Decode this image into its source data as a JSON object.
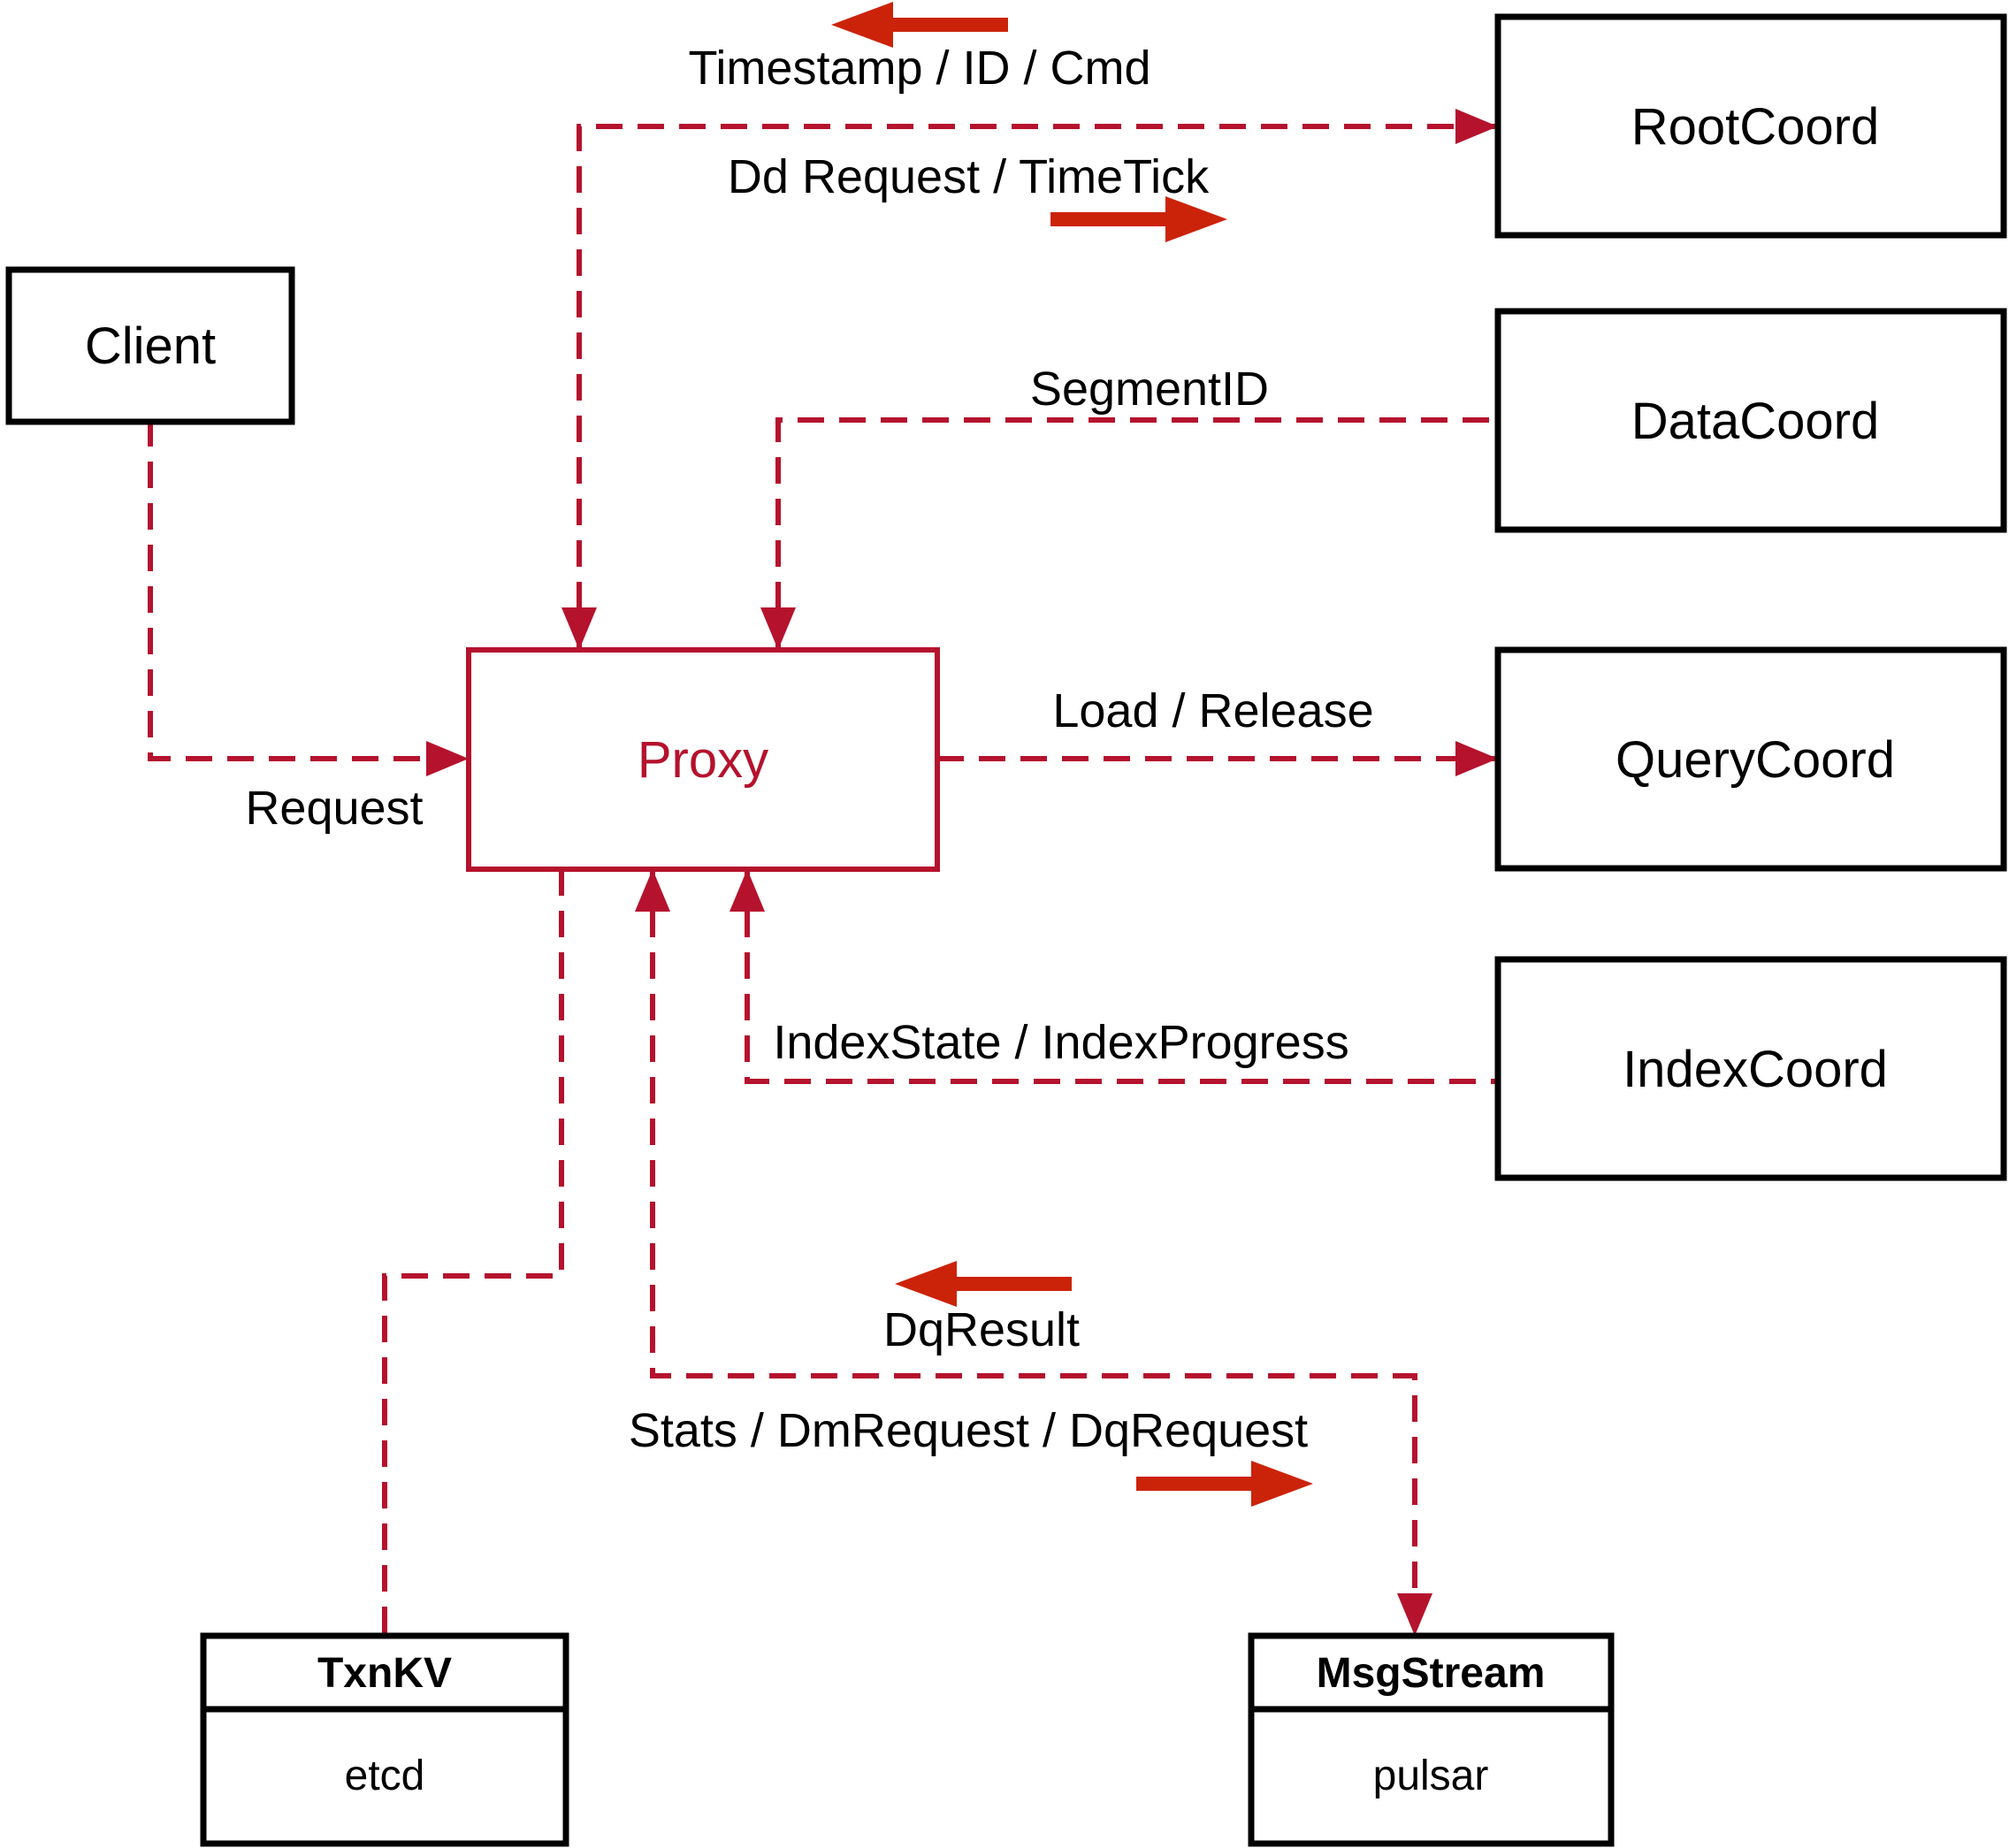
{
  "colors": {
    "background": "#ffffff",
    "dashed_line_red": "#b5122d",
    "bold_arrow_red": "#cb2309",
    "box_border_black": "#000000",
    "label_text_black": "#000000"
  },
  "nodes": {
    "client": {
      "label": "Client"
    },
    "proxy": {
      "label": "Proxy"
    },
    "root_coord": {
      "label": "RootCoord"
    },
    "data_coord": {
      "label": "DataCoord"
    },
    "query_coord": {
      "label": "QueryCoord"
    },
    "index_coord": {
      "label": "IndexCoord"
    },
    "txn_kv": {
      "label": "TxnKV",
      "impl": "etcd"
    },
    "msg_stream": {
      "label": "MsgStream",
      "impl": "pulsar"
    }
  },
  "edges": {
    "proxy_root_coord": {
      "reply_label": "Timestamp / ID / Cmd",
      "request_label": "Dd Request / TimeTick"
    },
    "data_coord_proxy": {
      "label": "SegmentID"
    },
    "client_proxy": {
      "label": "Request"
    },
    "proxy_query_coord": {
      "label": "Load / Release"
    },
    "index_coord_proxy": {
      "label": "IndexState / IndexProgress"
    },
    "msg_stream_proxy": {
      "reply_label": "DqResult",
      "request_label": "Stats / DmRequest / DqRequest"
    }
  }
}
